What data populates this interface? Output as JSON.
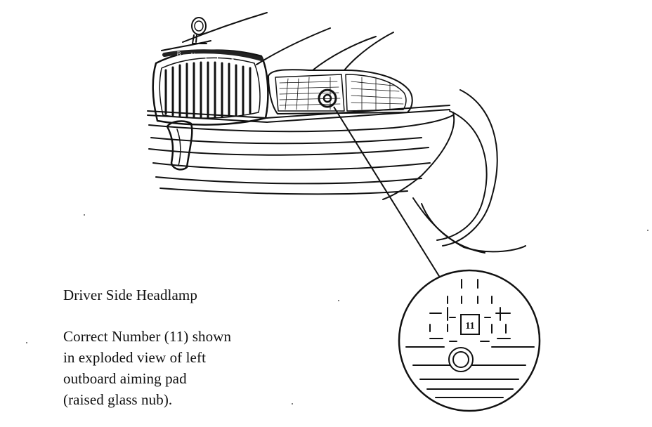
{
  "caption": {
    "title": "Driver Side Headlamp",
    "lines": [
      "Correct Number (11) shown",
      "in exploded view of left",
      "outboard aiming pad",
      "(raised glass nub)."
    ]
  },
  "callout": {
    "pad_number": "11"
  },
  "grille_lettering": "BUICK"
}
